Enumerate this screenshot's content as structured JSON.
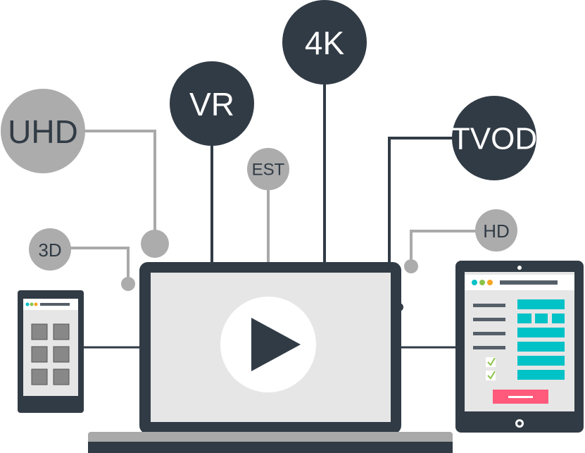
{
  "nodes": {
    "uhd": "UHD",
    "vr": "VR",
    "four_k": "4K",
    "tvod": "TVOD",
    "est": "EST",
    "three_d": "3D",
    "hd": "HD"
  },
  "colors": {
    "dark": "#313b45",
    "grey_bubble": "#acacac",
    "grey_line": "#a9a9a9",
    "screen": "#e6e6e6",
    "teal": "#00c2c7",
    "pink": "#ff5a7b",
    "check_green": "#8bc34a"
  },
  "icons": [
    "play-icon",
    "checkmark-icon"
  ]
}
